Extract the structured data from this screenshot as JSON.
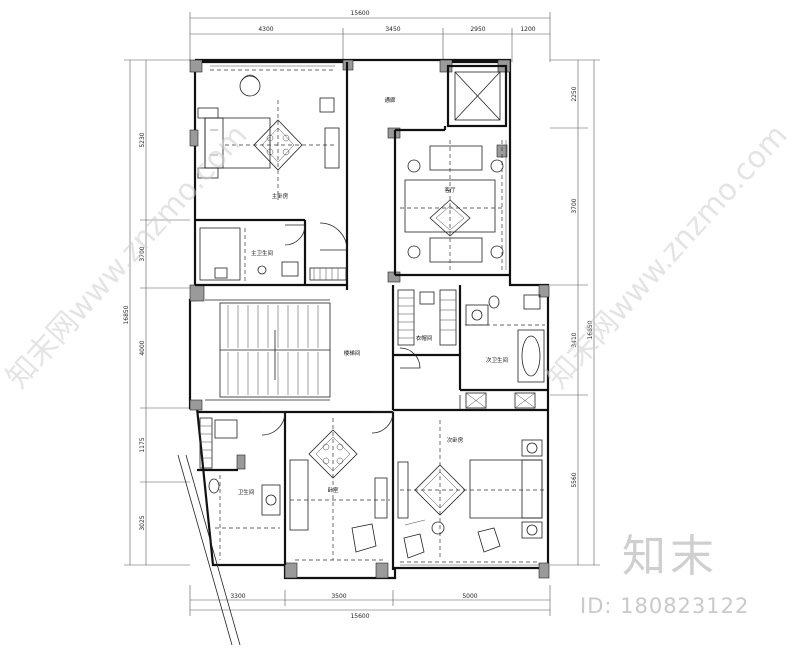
{
  "dimensions": {
    "top_total": "15600",
    "top_segments": [
      "4300",
      "3450",
      "2950",
      "1200"
    ],
    "bottom_total": "15600",
    "bottom_segments": [
      "3300",
      "3500",
      "5000"
    ],
    "left_total": "16850",
    "left_segments": [
      "5230",
      "3700",
      "4000",
      "1175",
      "3025"
    ],
    "right_total": "16850",
    "right_segments": [
      "2250",
      "3700",
      "3410",
      "5560"
    ]
  },
  "rooms": {
    "master_bedroom": "主卧房",
    "corridor": "通廊",
    "hall": "客厅",
    "bath_one": "主卫生间",
    "stair_hall": "楼梯间",
    "bath_two": "卫生间",
    "bedroom_two": "卧室",
    "bedroom_three": "次卧房",
    "bath_three": "次卫生间",
    "small_room": "衣帽间"
  },
  "watermark": {
    "logo": "知末",
    "id_text": "ID: 180823122",
    "diagonal": "知末网www.znzmo.com"
  }
}
